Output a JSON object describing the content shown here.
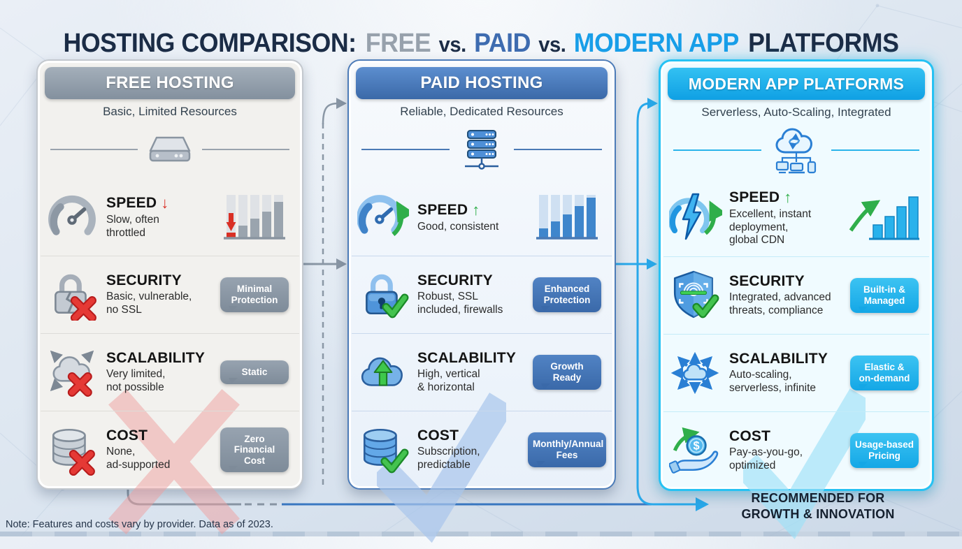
{
  "title": {
    "segments": [
      {
        "text": "HOSTING COMPARISON: ",
        "color": "#1b2c46"
      },
      {
        "text": "FREE",
        "color": "#97a1ac"
      },
      {
        "text": " vs. ",
        "color": "#1b2c46"
      },
      {
        "text": "PAID",
        "color": "#3e6cb0"
      },
      {
        "text": " vs. ",
        "color": "#1b2c46"
      },
      {
        "text": "MODERN APP",
        "color": "#189ee8"
      },
      {
        "text": " PLATFORMS",
        "color": "#1b2c46"
      }
    ]
  },
  "columns": [
    {
      "header": "FREE HOSTING",
      "subtitle": "Basic, Limited Resources",
      "hero_icon": "server-icon",
      "accent": "#8793a2",
      "watermark": "red-cross",
      "rows": [
        {
          "title": "SPEED",
          "trend": "↓",
          "trend_color": "#d93025",
          "desc": "Slow, often\nthrottled",
          "aside_icon": "declining-bars-icon"
        },
        {
          "title": "SECURITY",
          "desc": "Basic, vulnerable,\nno SSL",
          "badge": "Minimal\nProtection",
          "icon": "broken-lock-icon"
        },
        {
          "title": "SCALABILITY",
          "desc": "Very limited,\nnot possible",
          "badge": "Static",
          "icon": "cloud-limited-icon"
        },
        {
          "title": "COST",
          "desc": "None,\nad-supported",
          "badge": "Zero\nFinancial\nCost",
          "icon": "coins-crossed-icon"
        }
      ]
    },
    {
      "header": "PAID HOSTING",
      "subtitle": "Reliable, Dedicated Resources",
      "hero_icon": "server-stack-icon",
      "accent": "#3f76bb",
      "watermark": "blue-check",
      "rows": [
        {
          "title": "SPEED",
          "trend": "↑",
          "trend_color": "#2fae4a",
          "desc": "Good, consistent",
          "aside_icon": "rising-bars-icon"
        },
        {
          "title": "SECURITY",
          "desc": "Robust, SSL\nincluded, firewalls",
          "badge": "Enhanced\nProtection",
          "icon": "lock-check-icon"
        },
        {
          "title": "SCALABILITY",
          "desc": "High, vertical\n& horizontal",
          "badge": "Growth\nReady",
          "icon": "cloud-up-icon"
        },
        {
          "title": "COST",
          "desc": "Subscription,\npredictable",
          "badge": "Monthly/Annual\nFees",
          "icon": "coins-check-icon"
        }
      ]
    },
    {
      "header": "MODERN APP PLATFORMS",
      "subtitle": "Serverless, Auto-Scaling, Integrated",
      "hero_icon": "cloud-network-icon",
      "accent": "#1fb5f0",
      "watermark": "cyan-check",
      "rows": [
        {
          "title": "SPEED",
          "trend": "↑",
          "trend_color": "#2fae4a",
          "desc": "Excellent, instant\ndeployment,\nglobal CDN",
          "aside_icon": "growth-bars-icon"
        },
        {
          "title": "SECURITY",
          "desc": "Integrated, advanced\nthreats, compliance",
          "badge": "Built-in &\nManaged",
          "icon": "shield-fingerprint-icon"
        },
        {
          "title": "SCALABILITY",
          "desc": "Auto-scaling,\nserverless, infinite",
          "badge": "Elastic &\non-demand",
          "icon": "cloud-scale-icon"
        },
        {
          "title": "COST",
          "desc": "Pay-as-you-go,\noptimized",
          "badge": "Usage-based\nPricing",
          "icon": "hand-coin-icon"
        }
      ]
    }
  ],
  "footer": {
    "recommendation": "RECOMMENDED FOR\nGROWTH & INNOVATION",
    "note": "Note: Features and costs vary by provider. Data as of 2023."
  },
  "colors": {
    "free_accent": "#8793a2",
    "paid_accent": "#3f76bb",
    "modern_accent": "#1fb5f0",
    "positive": "#2fae4a",
    "negative": "#d93025"
  }
}
